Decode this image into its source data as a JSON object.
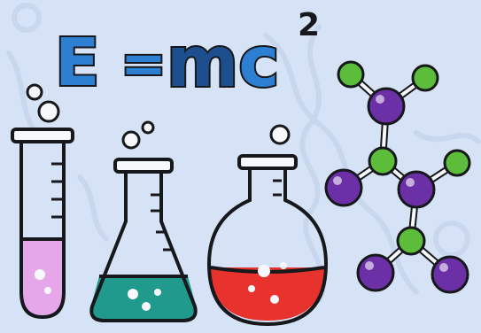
{
  "formula": {
    "letter_e": "E",
    "equals": "=",
    "letters_mc": "mc",
    "exponent": "2"
  },
  "colors": {
    "background": "#d6e2f5",
    "background_pattern": "#c4d3ec",
    "outline": "#17181c",
    "glass": "#f7f8fc",
    "e_color": "#2c7fd1",
    "equals_color": "#2c7fd1",
    "mc_color": "#1d4f8e",
    "c_color": "#2c7fd1",
    "tube_liquid": "#e6a7ea",
    "erlenmeyer_liquid": "#1f9a8d",
    "round_flask_liquid": "#e8322e",
    "molecule_purple": "#6b2fa6",
    "molecule_green": "#5cbd3a"
  },
  "objects": [
    {
      "name": "test-tube",
      "liquid": "pink"
    },
    {
      "name": "erlenmeyer-flask",
      "liquid": "teal"
    },
    {
      "name": "round-bottom-flask",
      "liquid": "red"
    },
    {
      "name": "molecule-model",
      "atoms": [
        "purple",
        "green"
      ]
    }
  ]
}
